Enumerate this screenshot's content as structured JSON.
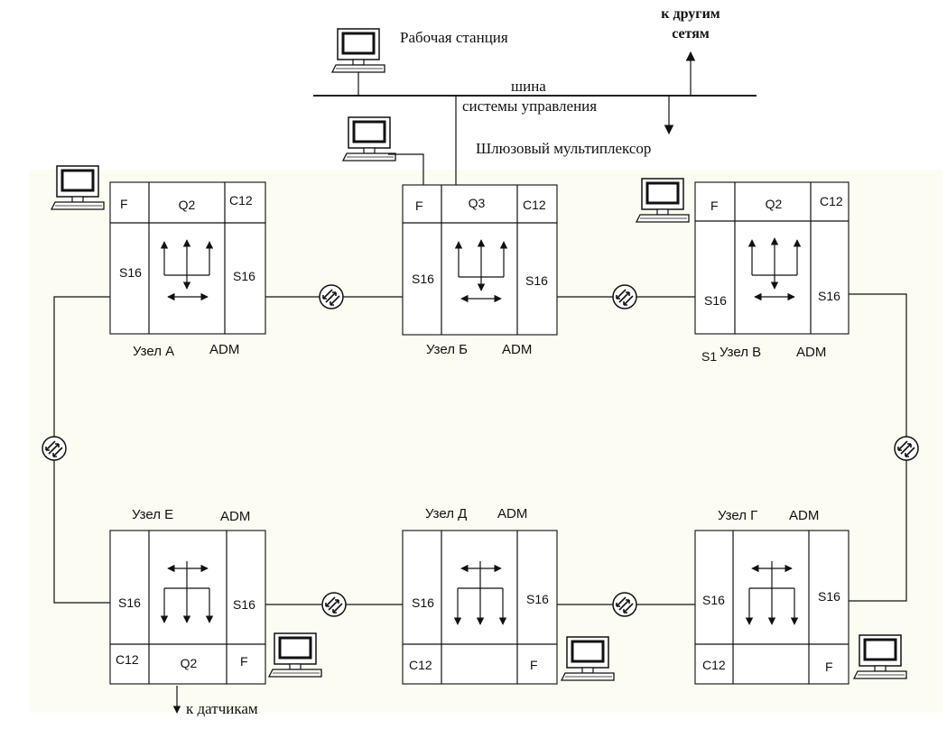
{
  "header": {
    "workstation": "Рабочая  станция",
    "other_networks_line1": "к другим",
    "other_networks_line2": "сетям",
    "bus_line1": "шина",
    "bus_line2": "системы  управления",
    "gateway": "Шлюзовый  мультиплексор"
  },
  "nodes": [
    {
      "name": "Узел А",
      "type": "ADM",
      "tl": "F",
      "tc": "Q2",
      "tr": "C12",
      "ls": "S16",
      "rs": "S16"
    },
    {
      "name": "Узел Б",
      "type": "ADM",
      "tl": "F",
      "tc": "Q3",
      "tr": "C12",
      "ls": "S16",
      "rs": "S16"
    },
    {
      "name": "Узел В",
      "type": "ADM",
      "prefix": "S1",
      "tl": "F",
      "tc": "Q2",
      "tr": "C12",
      "ls": "S16",
      "rs": "S16"
    },
    {
      "name": "Узел Е",
      "type": "ADM",
      "bl": "C12",
      "bc": "Q2",
      "br": "F",
      "ls": "S16",
      "rs": "S16"
    },
    {
      "name": "Узел Д",
      "type": "ADM",
      "bl": "C12",
      "bc": "",
      "br": "F",
      "ls": "S16",
      "rs": "S16"
    },
    {
      "name": "Узел Г",
      "type": "ADM",
      "bl": "C12",
      "bc": "",
      "br": "F",
      "ls": "S16",
      "rs": "S16"
    }
  ],
  "footer": {
    "sensors": "к датчикам"
  },
  "colors": {
    "ring_area": "#fdfcf2",
    "lines": "#111111"
  }
}
